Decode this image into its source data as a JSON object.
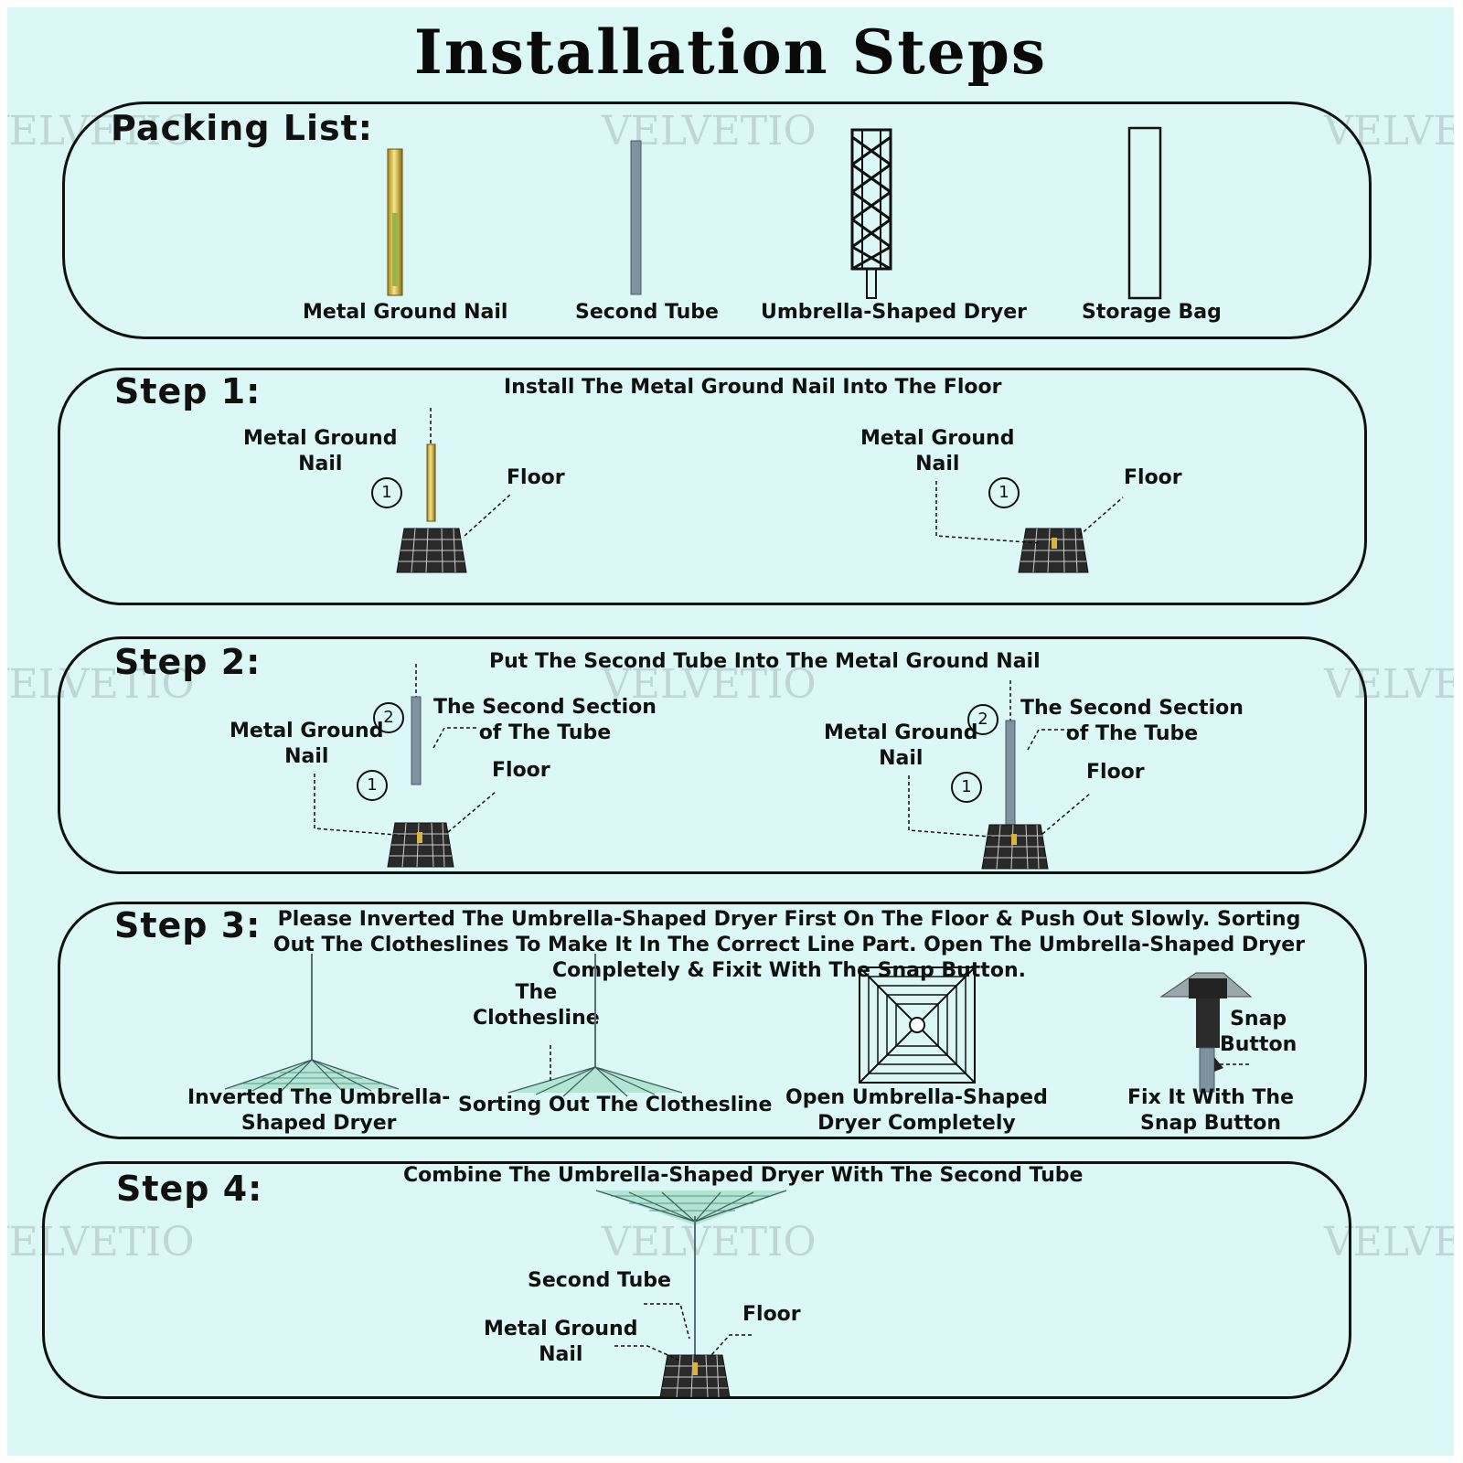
{
  "title": "Installation Steps",
  "watermark": "VELVETIO",
  "packing": {
    "heading": "Packing List:",
    "items": [
      "Metal Ground Nail",
      "Second Tube",
      "Umbrella-Shaped Dryer",
      "Storage Bag"
    ]
  },
  "step1": {
    "heading": "Step 1:",
    "instruction": "Install The Metal Ground Nail Into The Floor",
    "left": {
      "nail": "Metal Ground\nNail",
      "floor": "Floor",
      "num": "1"
    },
    "right": {
      "nail": "Metal Ground\nNail",
      "floor": "Floor",
      "num": "1"
    }
  },
  "step2": {
    "heading": "Step 2:",
    "instruction": "Put The Second Tube Into The Metal Ground Nail",
    "left": {
      "section": "The Second Section\nof The Tube",
      "nail": "Metal Ground\nNail",
      "floor": "Floor",
      "num1": "1",
      "num2": "2"
    },
    "right": {
      "section": "The Second Section\nof The Tube",
      "nail": "Metal Ground\nNail",
      "floor": "Floor",
      "num1": "1",
      "num2": "2"
    }
  },
  "step3": {
    "heading": "Step 3:",
    "instruction": "Please Inverted The Umbrella-Shaped Dryer First On The Floor & Push Out Slowly. Sorting Out The Clotheslines To Make It In The Correct Line Part. Open The Umbrella-Shaped Dryer Completely & Fixit With The Snap Button.",
    "captions": [
      "Inverted The Umbrella-\nShaped Dryer",
      "Sorting Out The Clothesline",
      "Open Umbrella-Shaped\nDryer Completely",
      "Fix It With The\nSnap Button"
    ],
    "clothesline_label": "The\nClothesline",
    "snap_label": "Snap\nButton"
  },
  "step4": {
    "heading": "Step 4:",
    "instruction": "Combine The Umbrella-Shaped Dryer With The Second Tube",
    "second_tube": "Second Tube",
    "nail": "Metal Ground\nNail",
    "floor": "Floor"
  }
}
